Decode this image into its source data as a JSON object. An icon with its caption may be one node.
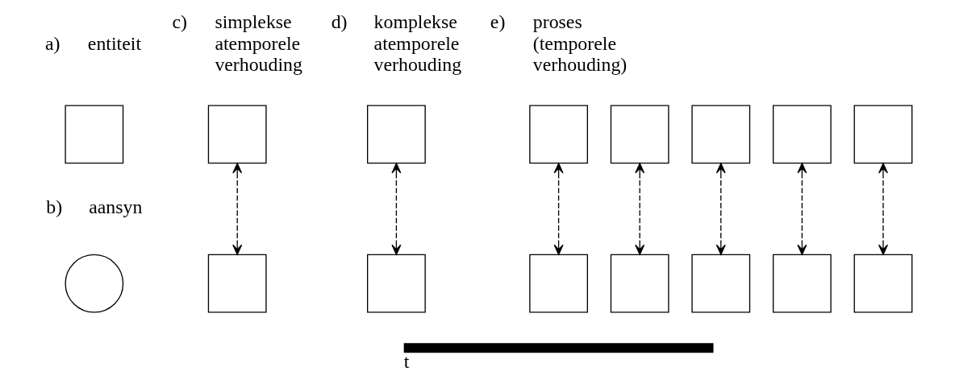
{
  "diagram": {
    "nodes": [
      {
        "text": [],
        "shape": "box"
      },
      {
        "text": [],
        "shape": "circle"
      },
      {
        "text": [],
        "shape": "box"
      },
      {
        "text": [],
        "shape": "box"
      },
      {
        "text": [],
        "shape": "box"
      },
      {
        "text": [],
        "shape": "box"
      },
      {
        "text": [],
        "shape": "box"
      },
      {
        "text": [],
        "shape": "box"
      },
      {
        "text": [],
        "shape": "box"
      },
      {
        "text": [],
        "shape": "box"
      },
      {
        "text": [],
        "shape": "box"
      },
      {
        "text": [],
        "shape": "box"
      },
      {
        "text": [],
        "shape": "box"
      },
      {
        "text": [],
        "shape": "box"
      },
      {
        "text": [],
        "shape": "box"
      },
      {
        "text": [],
        "shape": "box"
      }
    ],
    "edges": [
      {
        "from": 2,
        "to": 3,
        "arrow": "both",
        "style": "dashed"
      },
      {
        "from": 4,
        "to": 7,
        "arrow": "both",
        "style": "dashed"
      },
      {
        "from": 5,
        "to": 8,
        "arrow": "both",
        "style": "dashed"
      },
      {
        "from": 6,
        "to": 9,
        "arrow": "both",
        "style": "dashed"
      },
      {
        "from": 10,
        "to": 13,
        "arrow": "both",
        "style": "dashed"
      },
      {
        "from": 11,
        "to": 14,
        "arrow": "both",
        "style": "dashed"
      },
      {
        "from": 12,
        "to": 15,
        "arrow": "both",
        "style": "dashed"
      }
    ],
    "labels": [
      "a)",
      "entiteit",
      "b)",
      "aansyn",
      "c)",
      "simplekse atemporele verhouding",
      "d)",
      "komplekse atemporele verhouding",
      "e)",
      "proses (temporele verhouding)",
      "t"
    ]
  }
}
